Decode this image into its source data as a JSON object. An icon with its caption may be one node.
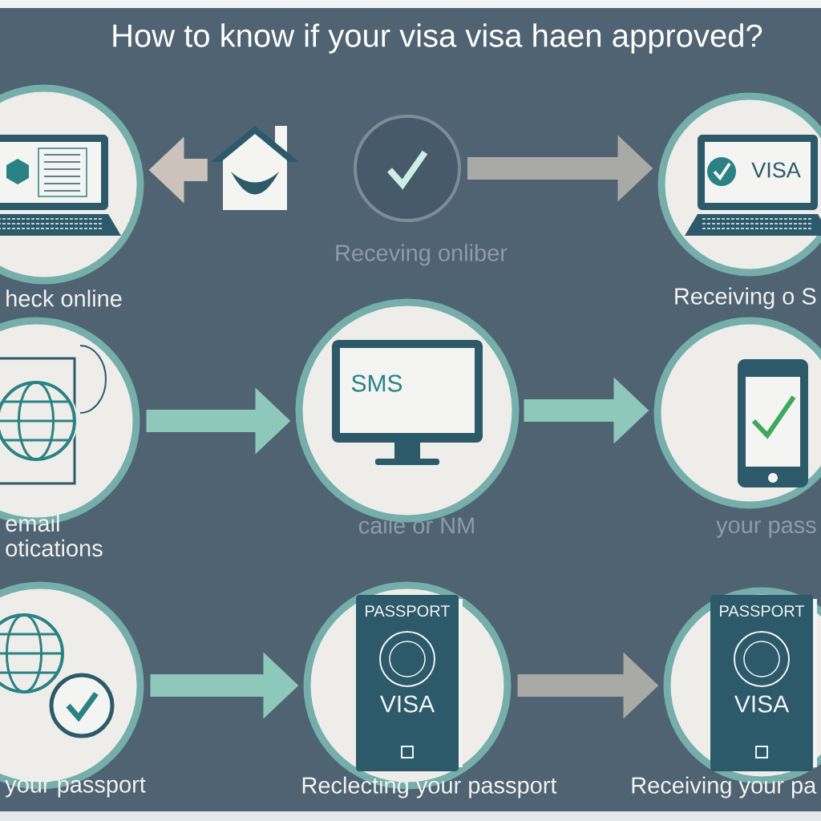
{
  "diagram": {
    "title": "How to know if your visa visa haen approved?",
    "nodes": [
      {
        "text": [],
        "shape": "circle",
        "beside": [
          "heck online"
        ]
      },
      {
        "text": [],
        "shape": "picture"
      },
      {
        "text": [],
        "shape": "circle",
        "beside": [
          "Receving onliber"
        ]
      },
      {
        "text": [
          "VISA"
        ],
        "beside": [
          "Receiving o S"
        ]
      },
      {
        "text": [],
        "shape": "circle",
        "beside": [
          "email otications"
        ]
      },
      {
        "text": [
          "SMS"
        ],
        "beside": [
          "caile or NM"
        ]
      },
      {
        "text": [],
        "shape": "circle",
        "beside": [
          "your pass"
        ]
      },
      {
        "text": [],
        "shape": "circle",
        "beside": [
          "your passport"
        ]
      },
      {
        "text": [
          "PASSPORT",
          "VISA"
        ],
        "beside": [
          "Reclecting your passport"
        ]
      },
      {
        "text": [
          "PASSPORT",
          "VISA"
        ],
        "beside": [
          "Receiving your pa"
        ]
      }
    ],
    "edges": [
      {
        "from": 1,
        "to": 0,
        "arrow": "to",
        "color": "#cbc3bb"
      },
      {
        "from": 2,
        "to": 3,
        "arrow": "to",
        "color": "#a9aaa6"
      },
      {
        "from": 4,
        "to": 5,
        "arrow": "to"
      },
      {
        "from": 5,
        "to": 6,
        "arrow": "to"
      },
      {
        "from": 7,
        "to": 8,
        "arrow": "to"
      },
      {
        "from": 8,
        "to": 9,
        "arrow": "to",
        "color": "#a9aaa6"
      }
    ]
  }
}
